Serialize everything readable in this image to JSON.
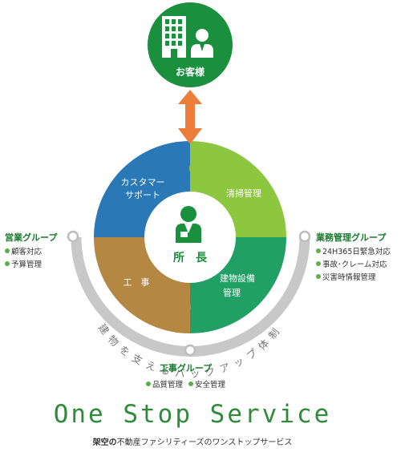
{
  "customer": {
    "label": "お客様"
  },
  "director": {
    "label": "所　長"
  },
  "segments": {
    "customer_support": {
      "line1": "カスタマー",
      "line2": "サポート"
    },
    "cleaning": {
      "label": "清掃管理"
    },
    "construction": {
      "label": "工　事"
    },
    "building_equipment": {
      "line1": "建物設備",
      "line2": "管理"
    }
  },
  "backup_arc": {
    "text": "建物を支えるバックアップ体制"
  },
  "groups": {
    "sales": {
      "title": "営業グループ",
      "items": [
        "顧客対応",
        "予算管理"
      ]
    },
    "operations": {
      "title": "業務管理グループ",
      "items": [
        "24H365日緊急対応",
        "事故･クレーム対応",
        "災害時情報管理"
      ]
    },
    "construction": {
      "title": "工事グループ",
      "items": [
        "品質管理",
        "安全管理"
      ]
    }
  },
  "slogan": "One Stop Service",
  "tagline": {
    "bold": "架空の",
    "rest": "不動産ファシリティーズのワンストップサービス"
  },
  "colors": {
    "blue": "#2a79b6",
    "light_green": "#8dc63f",
    "brown": "#b48742",
    "teal_green": "#21a065",
    "dark_green": "#1a8f3e",
    "orange": "#ed7d3a",
    "arc_gray": "#c8c8c8"
  },
  "icons": [
    "building-icon",
    "person-icon",
    "director-person-icon",
    "double-arrow-icon"
  ]
}
